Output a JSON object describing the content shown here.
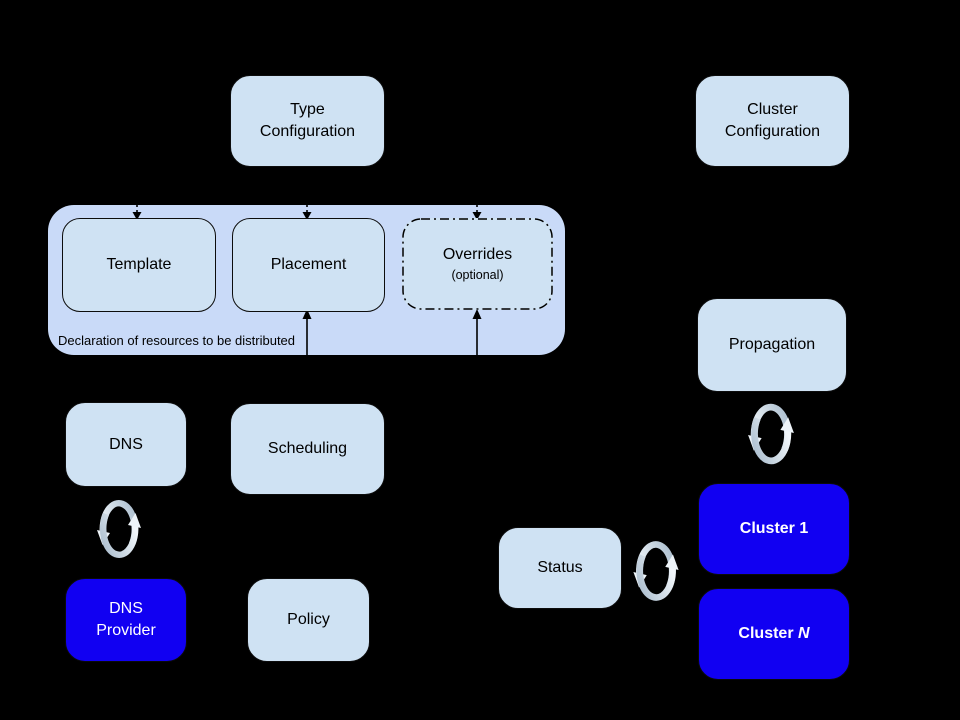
{
  "colors": {
    "background": "#000000",
    "container_fill": "#c9daf8",
    "node_fill": "#cfe2f3",
    "cluster_fill": "#1100f2",
    "node_text": "#000000",
    "cluster_text": "#ffffff",
    "connector": "#000000",
    "sync_dark": "#a9bccd",
    "sync_light": "#f2f7fb"
  },
  "nodes": {
    "type_configuration": {
      "label": "Type\nConfiguration"
    },
    "cluster_configuration": {
      "label": "Cluster\nConfiguration"
    },
    "template": {
      "label": "Template"
    },
    "placement": {
      "label": "Placement"
    },
    "overrides": {
      "label": "Overrides",
      "sublabel": "(optional)"
    },
    "dns": {
      "label": "DNS"
    },
    "scheduling": {
      "label": "Scheduling"
    },
    "dns_provider": {
      "label": "DNS\nProvider"
    },
    "policy": {
      "label": "Policy"
    },
    "status": {
      "label": "Status"
    },
    "propagation": {
      "label": "Propagation"
    },
    "cluster_1": {
      "label": "Cluster 1"
    },
    "cluster_n": {
      "prefix": "Cluster ",
      "suffix": "N"
    }
  },
  "container": {
    "caption": "Declaration of resources to be distributed"
  },
  "icons": {
    "sync": "circular-sync-arrows"
  }
}
